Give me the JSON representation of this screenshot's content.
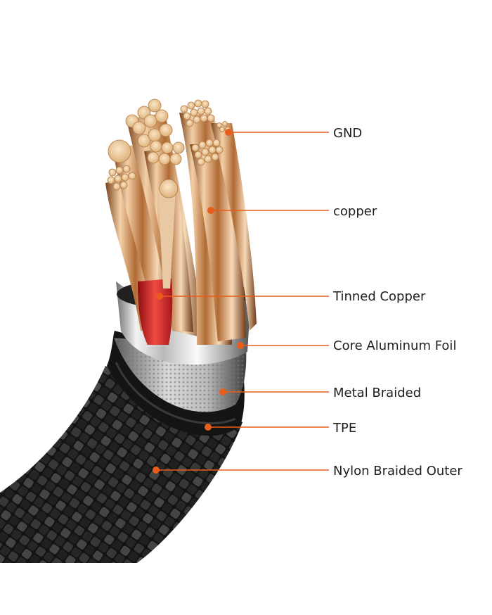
{
  "labels": {
    "gnd": "GND",
    "copper": "copper",
    "tinned_copper": "Tinned Copper",
    "core_aluminum_foil": "Core Aluminum Foil",
    "metal_braided": "Metal Braided",
    "tpe": "TPE",
    "nylon_braided_outer": "Nylon Braided Outer"
  },
  "colors": {
    "leader_line": "#e85d1c",
    "copper_light": "#f2c9a0",
    "copper_dark": "#8a4f22",
    "red_insulation": "#d8262a",
    "foil": "#e6e6e6",
    "tpe": "#151515",
    "nylon": "#2a2a2a"
  }
}
